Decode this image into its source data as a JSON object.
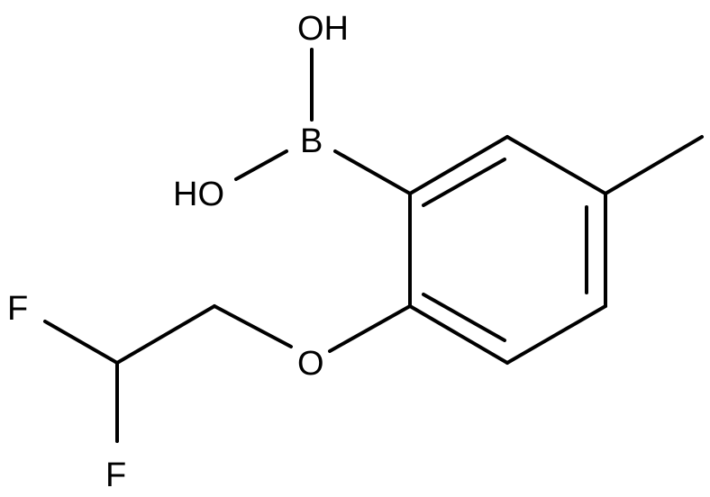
{
  "molecule": {
    "atoms": {
      "oh_top": "OH",
      "boron": "B",
      "oh_left": "HO",
      "oxygen": "O",
      "fluorine_top": "F",
      "fluorine_bottom": "F"
    }
  }
}
